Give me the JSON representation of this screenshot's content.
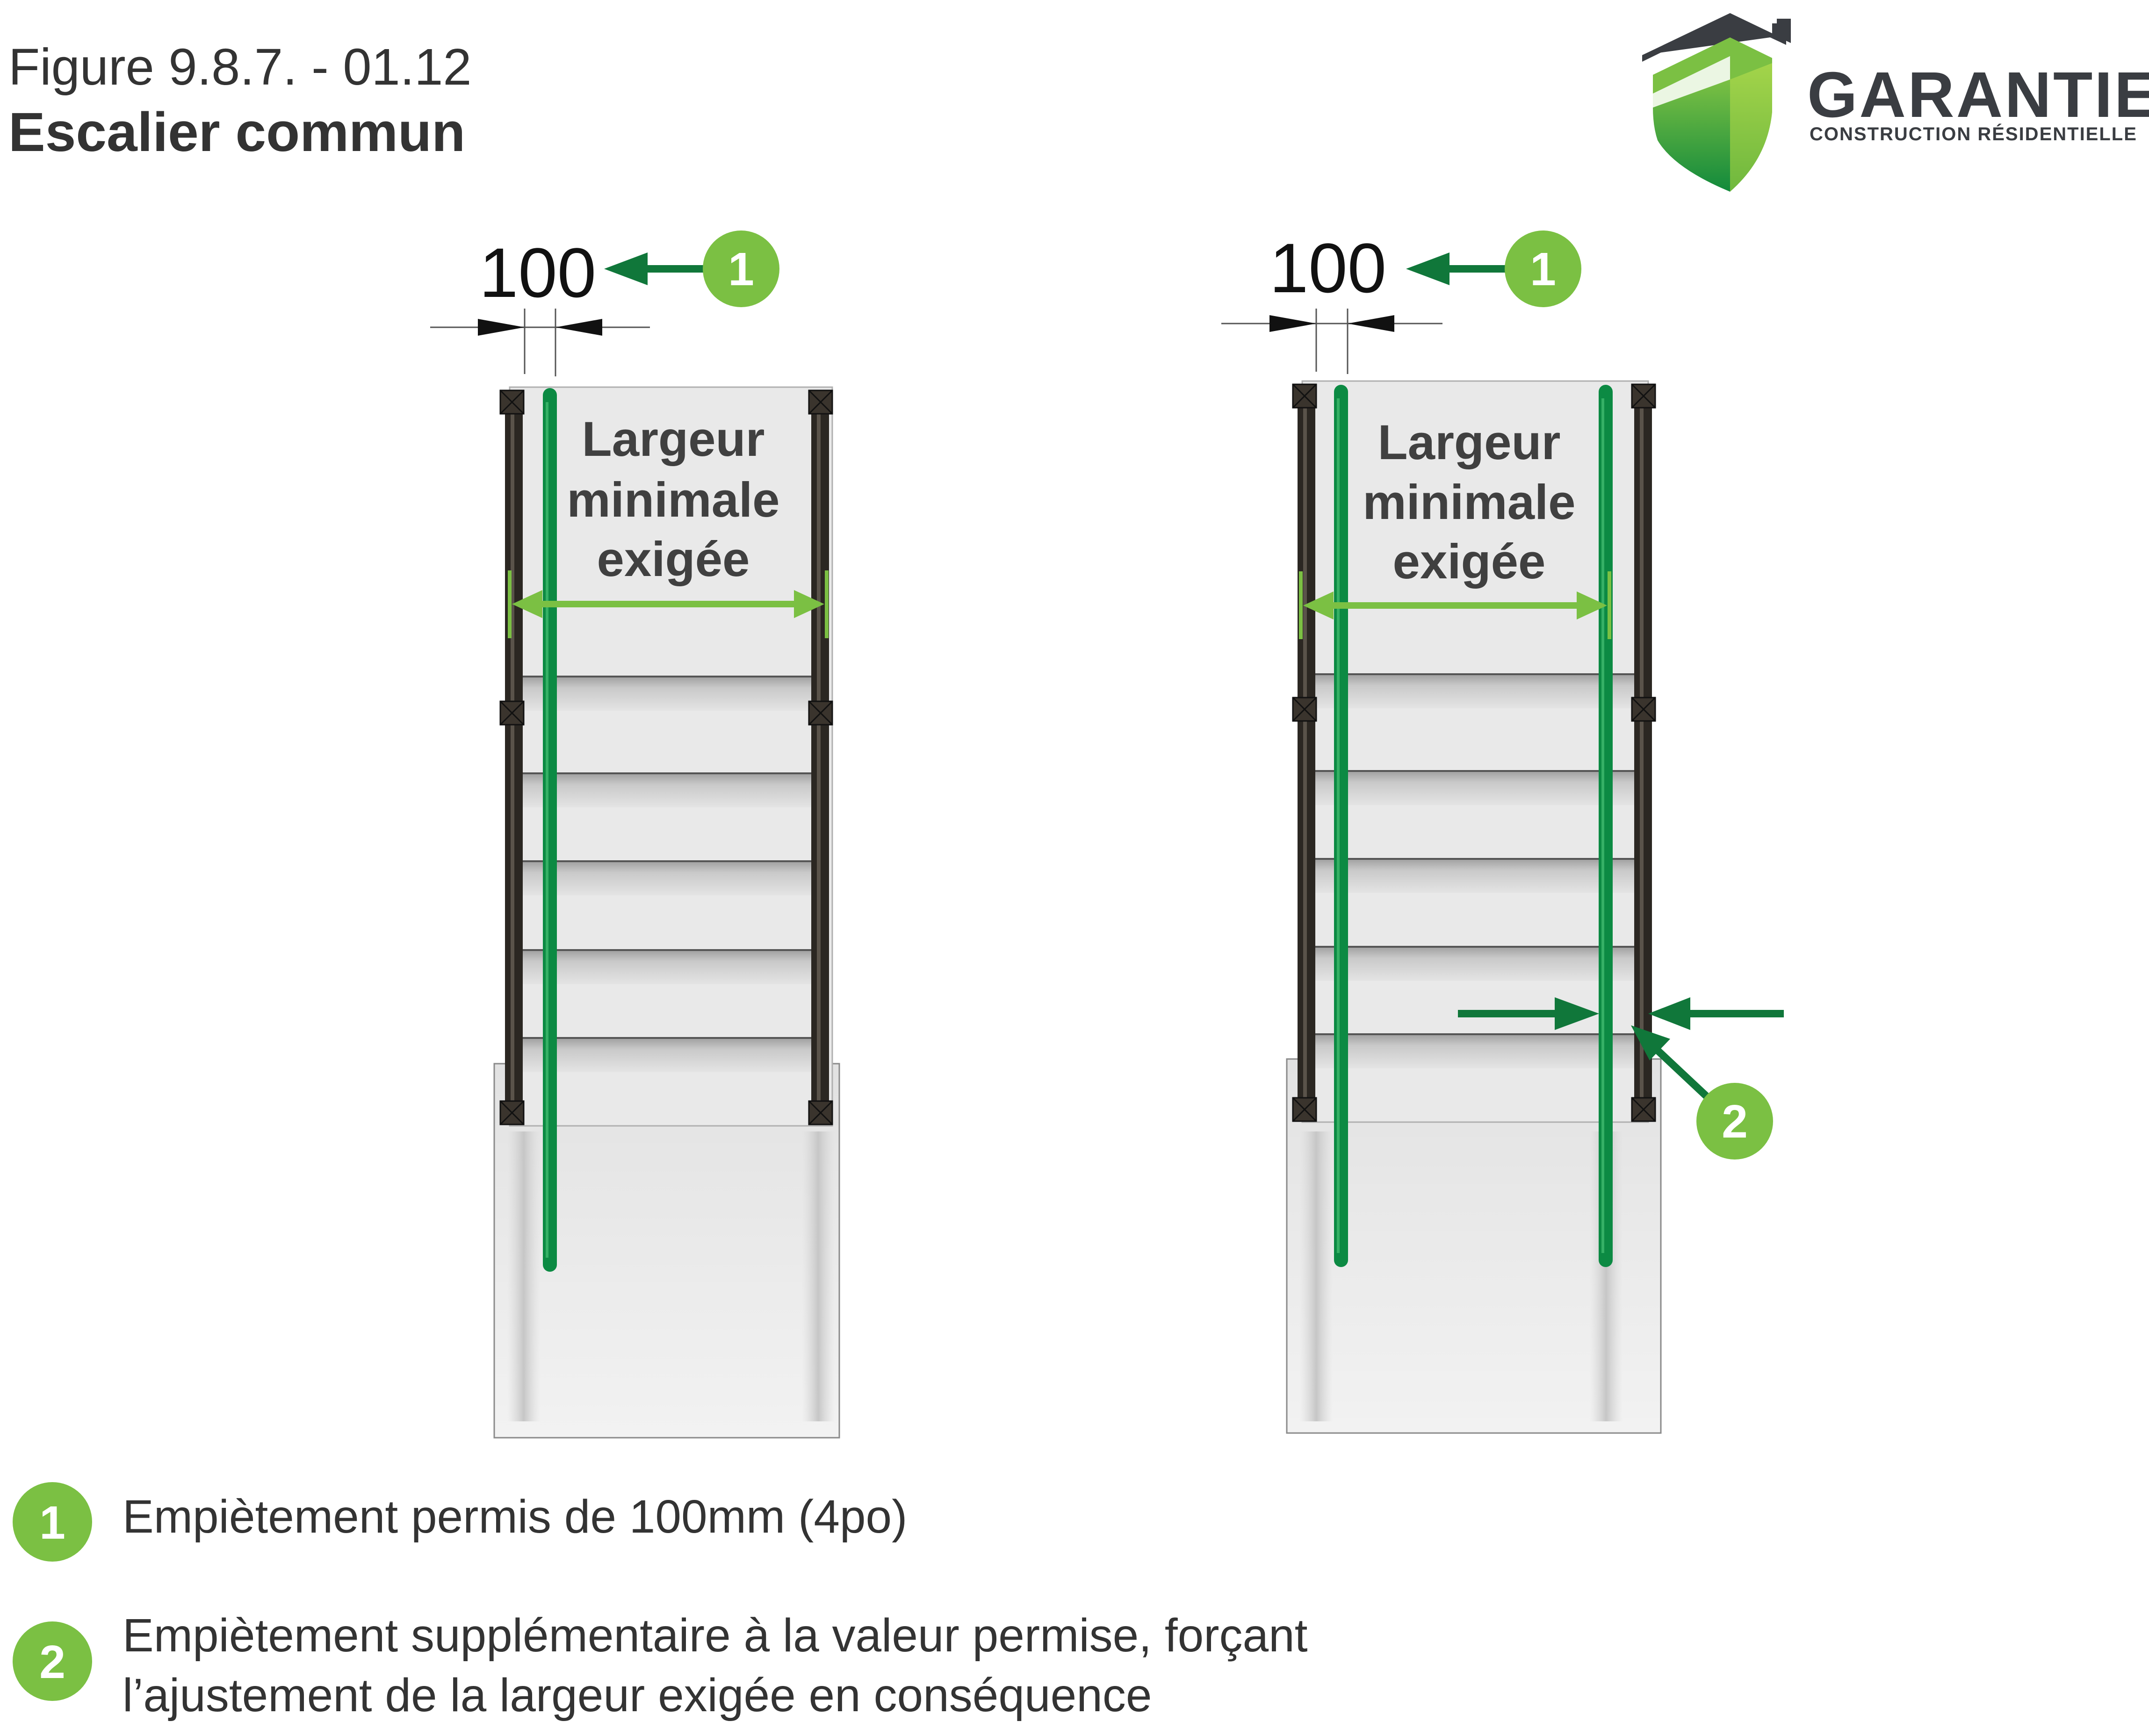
{
  "header": {
    "figure_number": "Figure 9.8.7. - 01.12",
    "title": "Escalier commun"
  },
  "logo": {
    "name": "GARANTIE",
    "subtitle": "CONSTRUCTION RÉSIDENTIELLE"
  },
  "colors": {
    "handrail_green": "#0c8a43",
    "dimension_light_green": "#7bc043",
    "badge_green": "#7bc043",
    "pointer_green": "#10773a",
    "frame_dark": "#2b2722",
    "text_dark": "#333333"
  },
  "diagrams": [
    {
      "dimension_value": "100",
      "label_lines": [
        "Largeur",
        "minimale",
        "exigée"
      ],
      "callout_badge": "1"
    },
    {
      "dimension_value": "100",
      "label_lines": [
        "Largeur",
        "minimale",
        "exigée"
      ],
      "callout_badge": "1",
      "extra_callout_badge": "2"
    }
  ],
  "legend": [
    {
      "badge": "1",
      "lines": [
        "Empiètement permis de 100mm (4po)"
      ]
    },
    {
      "badge": "2",
      "lines": [
        "Empiètement supplémentaire à la valeur permise, forçant",
        "l’ajustement de la largeur exigée en conséquence"
      ]
    }
  ]
}
